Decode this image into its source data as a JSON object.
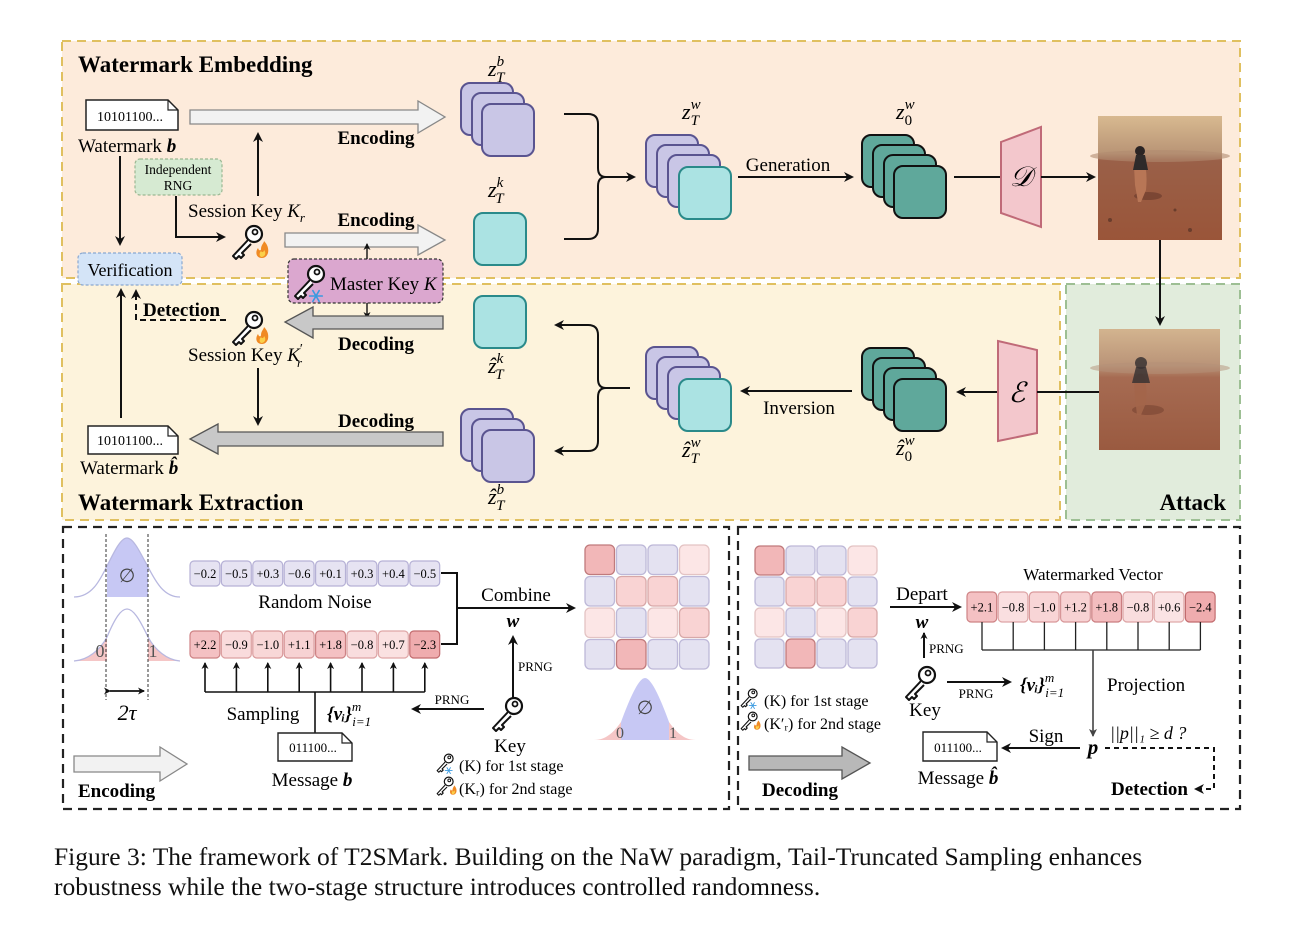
{
  "panels": {
    "embedding": {
      "title": "Watermark Embedding",
      "bg": "#fdebdb",
      "border": "#e0c060"
    },
    "extraction": {
      "title": "Watermark Extraction",
      "bg": "#fdf3dc",
      "border": "#e0c060"
    },
    "attack": {
      "title": "Attack",
      "bg": "#e1ecdc",
      "border": "#9dbf94"
    }
  },
  "embedding": {
    "watermark_bits": "10101100...",
    "watermark_label": "Watermark ",
    "watermark_symbol": "b",
    "independent_rng": [
      "Independent",
      "RNG"
    ],
    "session_key_label": "Session Key ",
    "session_key_symbol": "K",
    "session_key_sub": "r",
    "encoding_top": "Encoding",
    "encoding_bottom": "Encoding",
    "zTb": {
      "base": "z",
      "sup": "b",
      "sub": "T"
    },
    "zTk": {
      "base": "z",
      "sup": "k",
      "sub": "T"
    },
    "zTw": {
      "base": "z",
      "sup": "w",
      "sub": "T"
    },
    "z0w": {
      "base": "z",
      "sup": "w",
      "sub": "0"
    },
    "generation": "Generation",
    "decoder_symbol": "𝒟"
  },
  "shared": {
    "verification": "Verification",
    "master_key_label": "Master Key ",
    "master_key_symbol": "K"
  },
  "extraction": {
    "detection": "Detection",
    "session_key_label": "Session Key ",
    "session_key_symbol": "K",
    "session_key_sub": "r",
    "session_key_prime": "′",
    "decoding_top": "Decoding",
    "decoding_bottom": "Decoding",
    "watermark_bits": "10101100...",
    "watermark_label": "Watermark ",
    "watermark_symbol": "b̂",
    "zTk_hat": {
      "base": "ẑ",
      "sup": "k",
      "sub": "T"
    },
    "zTb_hat": {
      "base": "ẑ",
      "sup": "b",
      "sub": "T"
    },
    "zTw_hat": {
      "base": "ẑ",
      "sup": "w",
      "sub": "T"
    },
    "z0w_hat": {
      "base": "ẑ",
      "sup": "w",
      "sub": "0"
    },
    "inversion": "Inversion",
    "encoder_symbol": "ℰ"
  },
  "encoding_panel": {
    "empty_set": "∅",
    "tail_zero": "0",
    "tail_one": "1",
    "two_tau": "2τ",
    "random_noise_values": [
      "−0.2",
      "−0.5",
      "+0.3",
      "−0.6",
      "+0.1",
      "+0.3",
      "+0.4",
      "−0.5"
    ],
    "random_noise_label": "Random Noise",
    "sampled_values": [
      "+2.2",
      "−0.9",
      "−1.0",
      "+1.1",
      "+1.8",
      "−0.8",
      "+0.7",
      "−2.3"
    ],
    "sampled_intensity": [
      0.55,
      0.25,
      0.3,
      0.35,
      0.55,
      0.22,
      0.18,
      0.8
    ],
    "sampling_label": "Sampling",
    "v_set": "{vᵢ}",
    "v_set_sup": "m",
    "v_set_sub": "i=1",
    "prng_left": "PRNG",
    "prng_up": "PRNG",
    "combine_label": "Combine",
    "w_symbol": "w",
    "key_label": "Key",
    "message_bits": "011100...",
    "message_label": "Message ",
    "message_symbol": "b",
    "legend_first": "(K) for 1st stage",
    "legend_second": "(Kᵣ) for 2nd stage",
    "encoding_label": "Encoding",
    "grid_cells": [
      "r3",
      "b",
      "b",
      "r1",
      "b",
      "r2",
      "r2",
      "b",
      "r1",
      "b",
      "r1",
      "r2",
      "b",
      "r3",
      "b",
      "b"
    ]
  },
  "decoding_panel": {
    "grid_cells": [
      "r3",
      "b",
      "b",
      "r1",
      "b",
      "r2",
      "r2",
      "b",
      "r1",
      "b",
      "r1",
      "r2",
      "b",
      "r3",
      "b",
      "b"
    ],
    "depart_label": "Depart",
    "w_symbol": "w",
    "prng_up": "PRNG",
    "prng_right": "PRNG",
    "key_label": "Key",
    "watermarked_vector_label": "Watermarked Vector",
    "watermarked_values": [
      "+2.1",
      "−0.8",
      "−1.0",
      "+1.2",
      "+1.8",
      "−0.8",
      "+0.6",
      "−2.4"
    ],
    "watermarked_intensity": [
      0.55,
      0.2,
      0.32,
      0.35,
      0.6,
      0.22,
      0.15,
      0.8
    ],
    "v_set": "{vᵢ}",
    "v_set_sup": "m",
    "v_set_sub": "i=1",
    "projection_label": "Projection",
    "sign_label": "Sign",
    "p_symbol": "p",
    "norm_test": "||p||₁ ≥ d ?",
    "message_bits": "011100...",
    "message_label": "Message ",
    "message_symbol": "b̂",
    "detection_label": "Detection",
    "legend_first": "(K) for 1st stage",
    "legend_second": "(K′ᵣ) for 2nd stage",
    "decoding_label": "Decoding"
  },
  "caption": "Figure 3: The framework of T2SMark. Building on the NaW paradigm, Tail-Truncated Sampling enhances robustness while the two-stage structure introduces controlled randomness.",
  "colors": {
    "latent_purple": "#c9c6e6",
    "latent_purple_stroke": "#5a5490",
    "latent_cyan": "#abe3e3",
    "latent_cyan_stroke": "#2a8a8a",
    "latent_teal": "#5fa89b",
    "vae_pink": "#f3c7cc",
    "vae_stroke": "#c06a78",
    "master_key_bg": "#dba7cf",
    "verification_bg": "#d4e4f7",
    "rng_bg": "#d6ead2",
    "cell_red": "#e88d91",
    "cell_blue": "#e3e1f1"
  }
}
